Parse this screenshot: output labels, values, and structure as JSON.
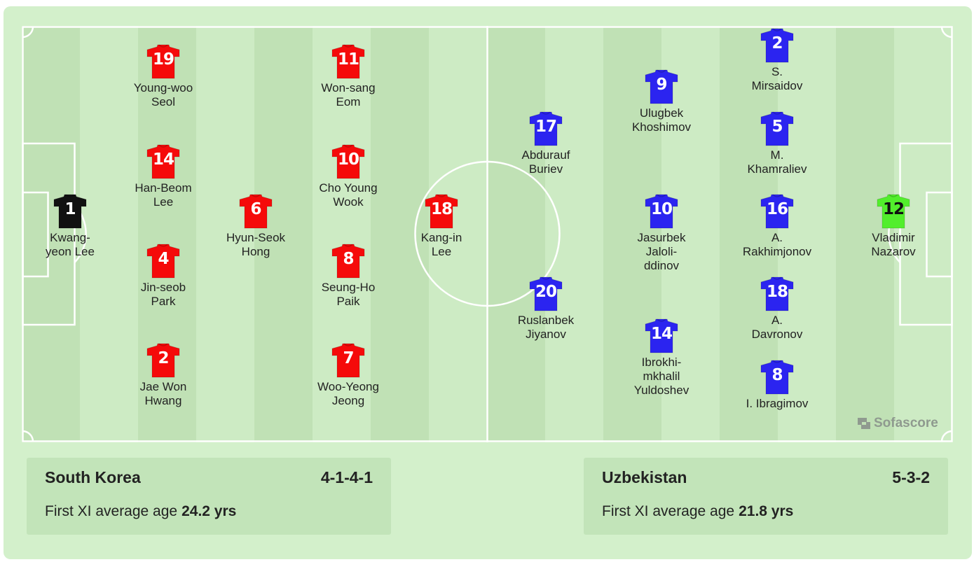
{
  "colors": {
    "home_shirt": "#f50a0a",
    "away_shirt": "#2b24f0",
    "home_gk_shirt": "#111111",
    "away_gk_shirt": "#52ee2c",
    "pitch": "#cdebc4",
    "stripe": "#c0e1b5",
    "card": "#c2e4b9"
  },
  "brand": {
    "name": "Sofascore"
  },
  "home": {
    "team": "South Korea",
    "formation": "4-1-4-1",
    "age_label": "First XI average age",
    "age_value": "24.2 yrs",
    "players": [
      {
        "number": "1",
        "name": "Kwang-\nyeon Lee",
        "gk": true
      },
      {
        "number": "19",
        "name": "Young-woo\nSeol"
      },
      {
        "number": "14",
        "name": "Han-Beom\nLee"
      },
      {
        "number": "4",
        "name": "Jin-seob\nPark"
      },
      {
        "number": "2",
        "name": "Jae Won\nHwang"
      },
      {
        "number": "6",
        "name": "Hyun-Seok\nHong"
      },
      {
        "number": "11",
        "name": "Won-sang\nEom"
      },
      {
        "number": "10",
        "name": "Cho Young\nWook"
      },
      {
        "number": "8",
        "name": "Seung-Ho\nPaik"
      },
      {
        "number": "7",
        "name": "Woo-Yeong\nJeong"
      },
      {
        "number": "18",
        "name": "Kang-in\nLee"
      }
    ]
  },
  "away": {
    "team": "Uzbekistan",
    "formation": "5-3-2",
    "age_label": "First XI average age",
    "age_value": "21.8 yrs",
    "players": [
      {
        "number": "17",
        "name": "Abdurauf\nBuriev"
      },
      {
        "number": "20",
        "name": "Ruslanbek\nJiyanov"
      },
      {
        "number": "9",
        "name": "Ulugbek\nKhoshimov"
      },
      {
        "number": "10",
        "name": "Jasurbek\nJaloli-\nddinov"
      },
      {
        "number": "14",
        "name": "Ibrokhi-\nmkhalil\nYuldoshev"
      },
      {
        "number": "2",
        "name": "S.\nMirsaidov"
      },
      {
        "number": "5",
        "name": "M.\nKhamraliev"
      },
      {
        "number": "16",
        "name": "A.\nRakhimjonov"
      },
      {
        "number": "18",
        "name": "A.\nDavronov"
      },
      {
        "number": "8",
        "name": "I. Ibragimov"
      },
      {
        "number": "12",
        "name": "Vladimir\nNazarov",
        "gk": true
      }
    ]
  }
}
